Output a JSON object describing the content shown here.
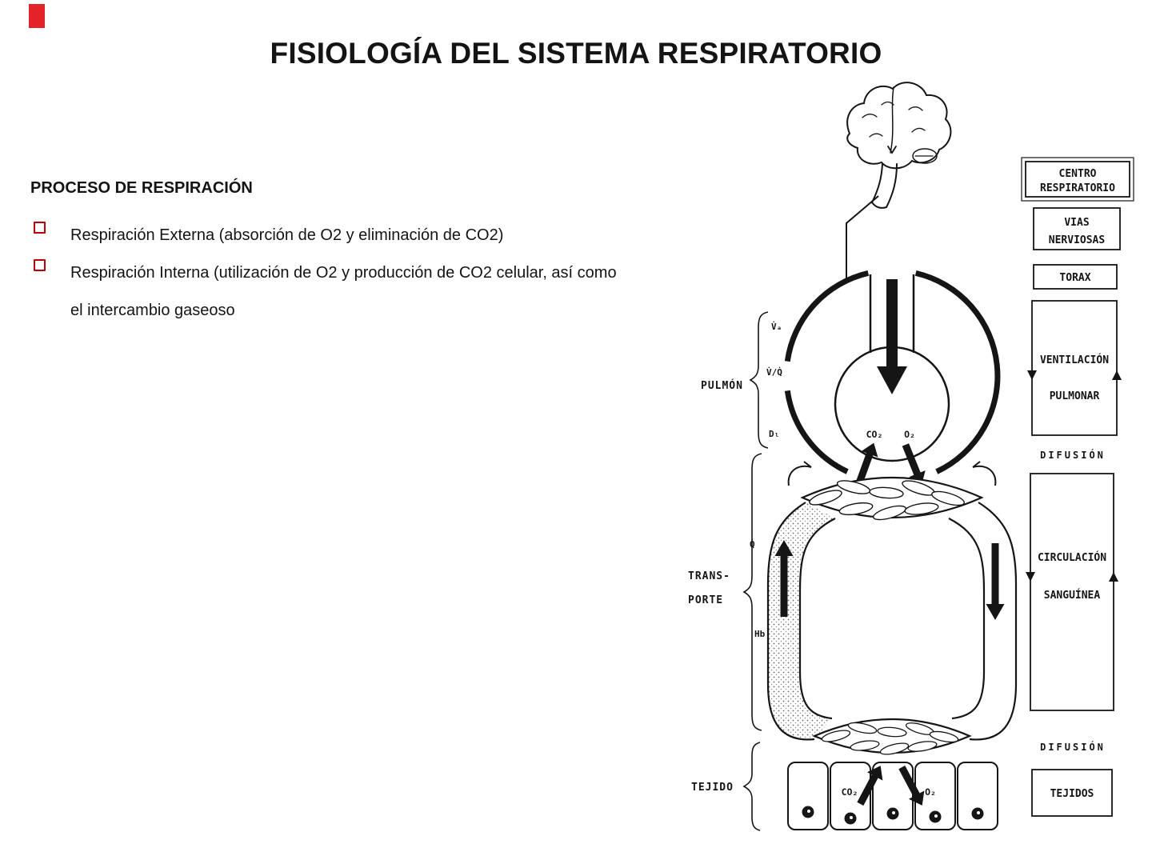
{
  "slide": {
    "title": "FISIOLOGÍA DEL SISTEMA RESPIRATORIO",
    "accent_color": "#e32229"
  },
  "process": {
    "heading": "PROCESO DE RESPIRACIÓN",
    "bullet1": "Respiración Externa (absorción de O2 y eliminación de CO2)",
    "bullet2_line1": "Respiración Interna (utilización de O2 y producción de CO2 celular, así como",
    "bullet2_line2": "el intercambio gaseoso"
  },
  "diagram": {
    "left": {
      "pulmon": "PULMÓN",
      "va": "V̇ₐ",
      "vq": "V̇/Q̇",
      "dl": "Dₗ",
      "transporte1": "TRANS-",
      "transporte2": "PORTE",
      "q": "Q̇",
      "hb": "Hb",
      "tejido": "TEJIDO"
    },
    "gases": {
      "alv_co2": "CO₂",
      "alv_o2": "O₂",
      "tis_co2": "CO₂",
      "tis_o2": "O₂"
    },
    "right": {
      "centro1": "CENTRO",
      "centro2": "RESPIRATORIO",
      "vias1": "VIAS",
      "vias2": "NERVIOSAS",
      "torax": "TORAX",
      "vent1": "VENTILACIÓN",
      "vent2": "PULMONAR",
      "difusion1": "DIFUSIÓN",
      "circ1": "CIRCULACIÓN",
      "circ2": "SANGUÍNEA",
      "difusion2": "DIFUSIÓN",
      "tejidos": "TEJIDOS"
    }
  }
}
